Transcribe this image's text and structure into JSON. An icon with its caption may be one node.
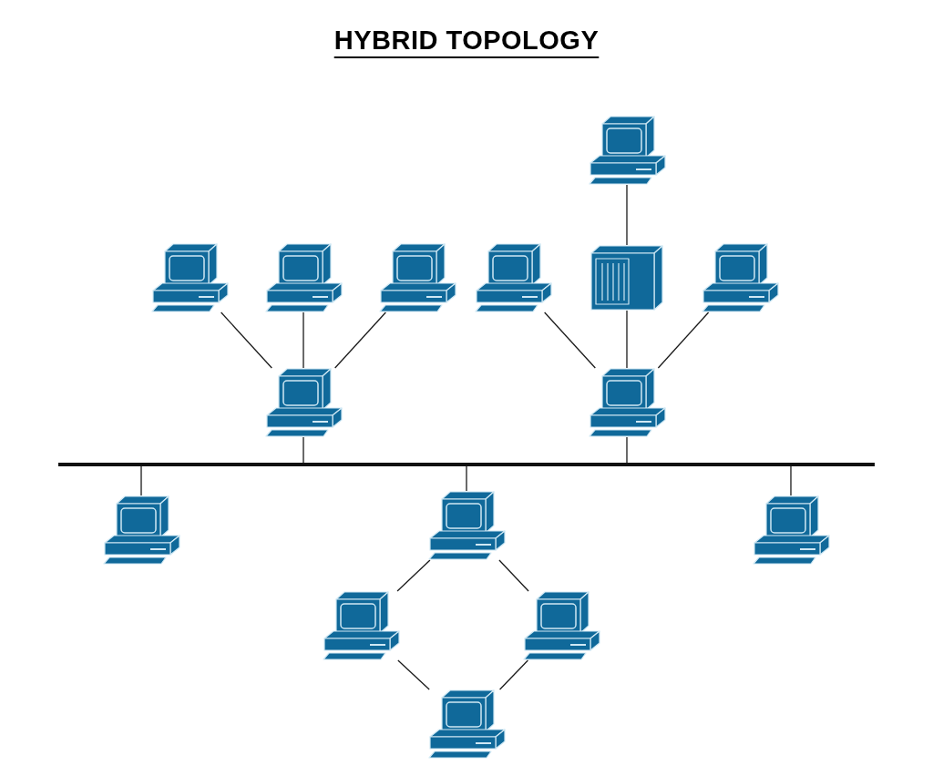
{
  "diagram": {
    "title": "HYBRID TOPOLOGY",
    "nodes": [
      {
        "text": [],
        "shape": "computer"
      },
      {
        "text": [],
        "shape": "computer"
      },
      {
        "text": [],
        "shape": "computer"
      },
      {
        "text": [],
        "shape": "computer"
      },
      {
        "text": [],
        "shape": "computer"
      },
      {
        "text": [],
        "shape": "server"
      },
      {
        "text": [],
        "shape": "computer"
      },
      {
        "text": [],
        "shape": "computer"
      },
      {
        "text": [],
        "shape": "computer"
      },
      {
        "text": [],
        "shape": "bar"
      },
      {
        "text": [],
        "shape": "computer"
      },
      {
        "text": [],
        "shape": "computer"
      },
      {
        "text": [],
        "shape": "computer"
      },
      {
        "text": [],
        "shape": "computer"
      },
      {
        "text": [],
        "shape": "computer"
      },
      {
        "text": [],
        "shape": "computer"
      }
    ],
    "edges": [
      {
        "from": 0,
        "to": 5,
        "arrow": "none"
      },
      {
        "from": 1,
        "to": 7,
        "arrow": "none"
      },
      {
        "from": 2,
        "to": 7,
        "arrow": "none"
      },
      {
        "from": 3,
        "to": 7,
        "arrow": "none"
      },
      {
        "from": 4,
        "to": 8,
        "arrow": "none"
      },
      {
        "from": 5,
        "to": 8,
        "arrow": "none"
      },
      {
        "from": 6,
        "to": 8,
        "arrow": "none"
      },
      {
        "from": 7,
        "to": 9,
        "arrow": "none"
      },
      {
        "from": 8,
        "to": 9,
        "arrow": "none"
      },
      {
        "from": 9,
        "to": 10,
        "arrow": "none"
      },
      {
        "from": 9,
        "to": 11,
        "arrow": "none"
      },
      {
        "from": 9,
        "to": 12,
        "arrow": "none"
      },
      {
        "from": 11,
        "to": 13,
        "arrow": "none"
      },
      {
        "from": 11,
        "to": 14,
        "arrow": "none"
      },
      {
        "from": 13,
        "to": 15,
        "arrow": "none"
      },
      {
        "from": 14,
        "to": 15,
        "arrow": "none"
      }
    ]
  }
}
